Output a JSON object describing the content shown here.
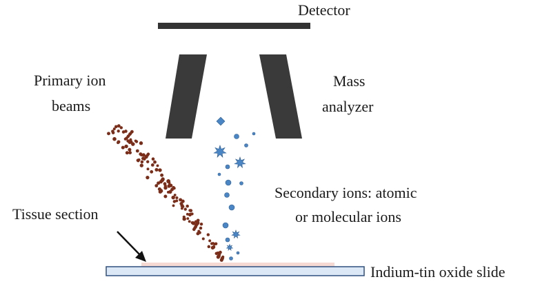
{
  "labels": {
    "detector": "Detector",
    "mass_analyzer_line1": "Mass",
    "mass_analyzer_line2": "analyzer",
    "primary_ion_line1": "Primary ion",
    "primary_ion_line2": "beams",
    "secondary_line1": "Secondary ions: atomic",
    "secondary_line2": "or molecular ions",
    "tissue_section": "Tissue section",
    "slide": "Indium-tin oxide slide"
  },
  "colors": {
    "detector": "#333333",
    "analyzer_walls": "#3a3a3a",
    "primary_ions": "#7a2e1a",
    "secondary_ions": "#4a86c5",
    "slide_fill": "#dce8f5",
    "slide_stroke": "#2f4f7f",
    "tissue": "#f5d9d2"
  },
  "icons": {
    "primary_ion": "brown-dot",
    "secondary_ion_shapes": [
      "circle",
      "diamond",
      "star"
    ]
  }
}
